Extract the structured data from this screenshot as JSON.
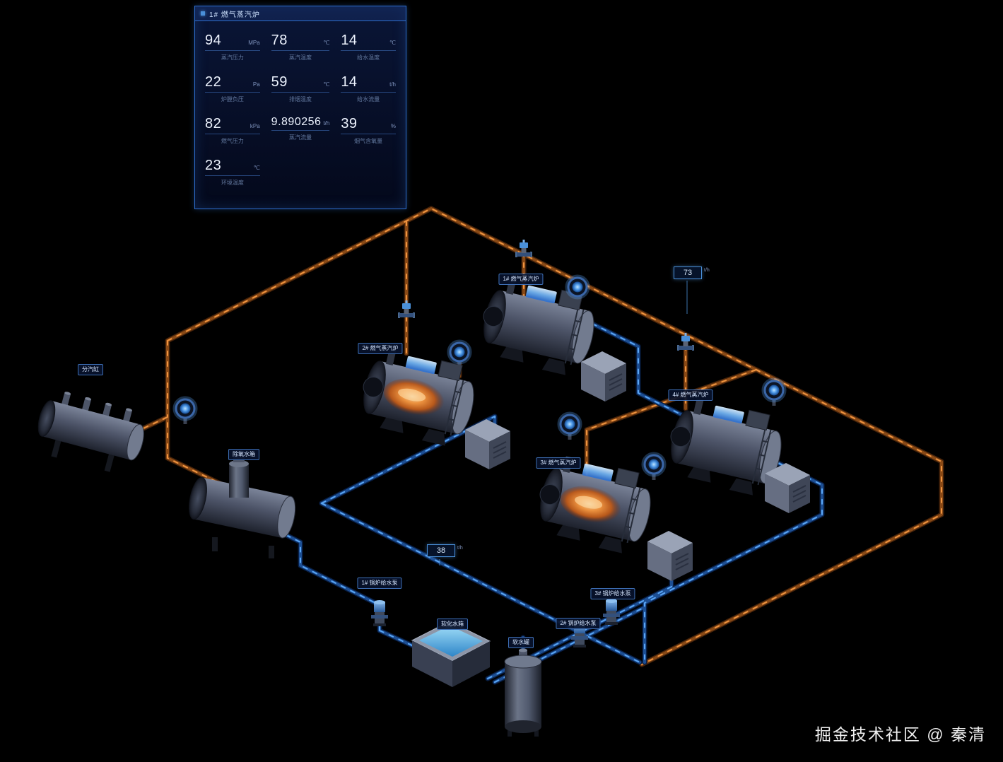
{
  "panel": {
    "title": "1# 燃气蒸汽炉",
    "stats": [
      {
        "value": "94",
        "unit": "MPa",
        "label": "蒸汽压力"
      },
      {
        "value": "78",
        "unit": "℃",
        "label": "蒸汽温度"
      },
      {
        "value": "14",
        "unit": "℃",
        "label": "给水温度"
      },
      {
        "value": "22",
        "unit": "Pa",
        "label": "炉膛负压"
      },
      {
        "value": "59",
        "unit": "℃",
        "label": "排烟温度"
      },
      {
        "value": "14",
        "unit": "t/h",
        "label": "给水流量"
      },
      {
        "value": "82",
        "unit": "kPa",
        "label": "燃气压力"
      },
      {
        "value": "9.890256",
        "unit": "t/h",
        "label": "蒸汽流量"
      },
      {
        "value": "39",
        "unit": "%",
        "label": "烟气含氧量"
      },
      {
        "value": "23",
        "unit": "℃",
        "label": "环境温度"
      }
    ]
  },
  "scene": {
    "tags": {
      "boiler1": "1# 燃气蒸汽炉",
      "boiler2": "2# 燃气蒸汽炉",
      "boiler3": "3# 燃气蒸汽炉",
      "boiler4": "4# 燃气蒸汽炉",
      "header": "分汽缸",
      "deaerator": "除氧水箱",
      "basin": "软化水箱",
      "tank": "软水罐",
      "pump1": "1# 锅炉给水泵",
      "pump2": "2# 锅炉给水泵",
      "pump3": "3# 锅炉给水泵"
    },
    "badges": {
      "right": {
        "value": "73",
        "unit": "t/h"
      },
      "left": {
        "value": "38",
        "unit": "t/h"
      }
    },
    "colors": {
      "pipe_steam": "#ef9440",
      "pipe_water": "#5aa6f5",
      "accent": "#4a90d9",
      "fire": "#ff8c2a"
    }
  },
  "watermark": "掘金技术社区 @ 秦清"
}
